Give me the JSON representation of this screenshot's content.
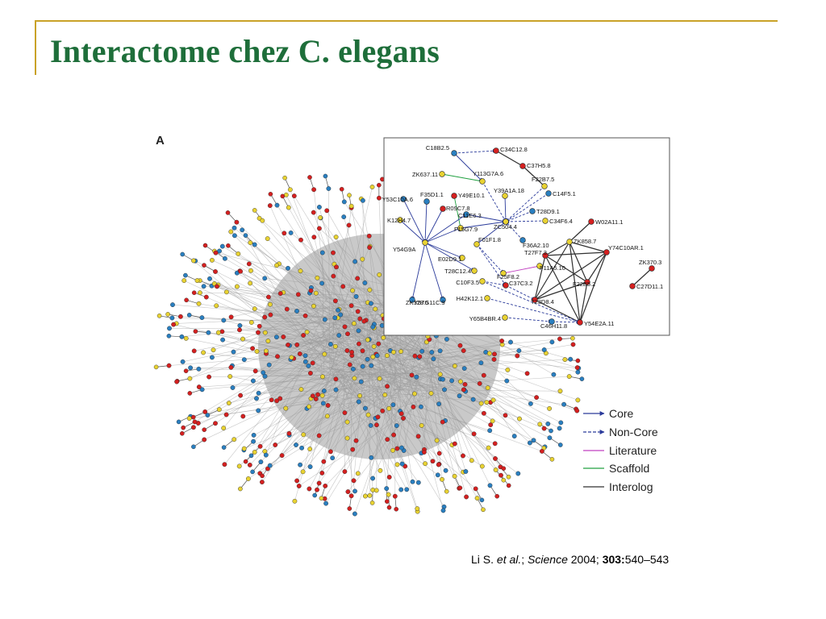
{
  "slide": {
    "title": "Interactome chez C. elegans"
  },
  "figure": {
    "panel_label": "A",
    "node_colors": {
      "red": "#d42020",
      "yellow": "#e8d232",
      "blue": "#2a7fc0"
    },
    "edge_colors": {
      "core": "#2a3a9a",
      "non_core": "#2a3a9a",
      "literature": "#c040c0",
      "scaffold": "#20a040",
      "interolog": "#303030",
      "background": "#9a9a9a"
    },
    "legend": [
      {
        "label": "Core",
        "style": "core"
      },
      {
        "label": "Non-Core",
        "style": "non_core"
      },
      {
        "label": "Literature",
        "style": "literature"
      },
      {
        "label": "Scaffold",
        "style": "scaffold"
      },
      {
        "label": "Interolog",
        "style": "interolog"
      }
    ],
    "inset_nodes": [
      {
        "label": "C18B2.5",
        "color": "blue"
      },
      {
        "label": "C34C12.8",
        "color": "red"
      },
      {
        "label": "C37H5.8",
        "color": "red"
      },
      {
        "label": "ZK637.11",
        "color": "yellow"
      },
      {
        "label": "Y113G7A.6",
        "color": "yellow"
      },
      {
        "label": "F22B7.5",
        "color": "yellow"
      },
      {
        "label": "Y53C10A.6",
        "color": "blue"
      },
      {
        "label": "F35D1.1",
        "color": "blue"
      },
      {
        "label": "Y49E10.1",
        "color": "red"
      },
      {
        "label": "Y39A1A.18",
        "color": "yellow"
      },
      {
        "label": "C14F5.1",
        "color": "blue"
      },
      {
        "label": "R09C7.8",
        "color": "red"
      },
      {
        "label": "K12H4.7",
        "color": "yellow"
      },
      {
        "label": "C11E6.3",
        "color": "blue"
      },
      {
        "label": "T28D9.1",
        "color": "blue"
      },
      {
        "label": "ZC504.4",
        "color": "yellow"
      },
      {
        "label": "C34F6.4",
        "color": "yellow"
      },
      {
        "label": "W02A11.1",
        "color": "red"
      },
      {
        "label": "F15G7.9",
        "color": "yellow"
      },
      {
        "label": "F36A2.10",
        "color": "blue"
      },
      {
        "label": "ZK858.7",
        "color": "yellow"
      },
      {
        "label": "Y54G9A",
        "color": "yellow"
      },
      {
        "label": "F01F1.8",
        "color": "yellow"
      },
      {
        "label": "Y74C10AR.1",
        "color": "red"
      },
      {
        "label": "E02D9.1",
        "color": "yellow"
      },
      {
        "label": "T27F7.3",
        "color": "red"
      },
      {
        "label": "F11A5.10",
        "color": "yellow"
      },
      {
        "label": "ZK370.3",
        "color": "red"
      },
      {
        "label": "T28C12.4",
        "color": "yellow"
      },
      {
        "label": "F25F8.2",
        "color": "yellow"
      },
      {
        "label": "C10F3.5",
        "color": "yellow"
      },
      {
        "label": "C37C3.2",
        "color": "red"
      },
      {
        "label": "F22B5.2",
        "color": "red"
      },
      {
        "label": "C27D11.1",
        "color": "red"
      },
      {
        "label": "ZK328.5",
        "color": "blue"
      },
      {
        "label": "Y57G11C.9",
        "color": "blue"
      },
      {
        "label": "H42K12.1",
        "color": "yellow"
      },
      {
        "label": "T23D8.4",
        "color": "red"
      },
      {
        "label": "Y65B4BR.4",
        "color": "yellow"
      },
      {
        "label": "C46H11.8",
        "color": "blue"
      },
      {
        "label": "Y54E2A.11",
        "color": "red"
      }
    ],
    "inset_edges": [
      [
        "C18B2.5",
        "C34C12.8",
        "non_core"
      ],
      [
        "C34C12.8",
        "C37H5.8",
        "interolog"
      ],
      [
        "C37H5.8",
        "F22B7.5",
        "interolog"
      ],
      [
        "F22B7.5",
        "ZC504.4",
        "non_core"
      ],
      [
        "C18B2.5",
        "Y113G7A.6",
        "core"
      ],
      [
        "ZK637.11",
        "Y113G7A.6",
        "scaffold"
      ],
      [
        "Y113G7A.6",
        "ZC504.4",
        "non_core"
      ],
      [
        "Y39A1A.18",
        "ZC504.4",
        "core"
      ],
      [
        "C14F5.1",
        "ZC504.4",
        "non_core"
      ],
      [
        "T28D9.1",
        "ZC504.4",
        "non_core"
      ],
      [
        "C34F6.4",
        "ZC504.4",
        "non_core"
      ],
      [
        "C11E6.3",
        "ZC504.4",
        "core"
      ],
      [
        "F15G7.9",
        "ZC504.4",
        "core"
      ],
      [
        "F36A2.10",
        "ZC504.4",
        "non_core"
      ],
      [
        "F01F1.8",
        "ZC504.4",
        "core"
      ],
      [
        "Y49E10.1",
        "F15G7.9",
        "scaffold"
      ],
      [
        "F35D1.1",
        "Y54G9A",
        "core"
      ],
      [
        "R09C7.8",
        "Y54G9A",
        "core"
      ],
      [
        "K12H4.7",
        "Y54G9A",
        "core"
      ],
      [
        "Y53C10A.6",
        "Y54G9A",
        "core"
      ],
      [
        "Y54G9A",
        "E02D9.1",
        "core"
      ],
      [
        "Y54G9A",
        "T28C12.4",
        "core"
      ],
      [
        "Y54G9A",
        "ZK328.5",
        "core"
      ],
      [
        "Y54G9A",
        "Y57G11C.9",
        "core"
      ],
      [
        "Y54G9A",
        "C11E6.3",
        "core"
      ],
      [
        "Y54G9A",
        "F15G7.9",
        "core"
      ],
      [
        "F01F1.8",
        "C37C3.2",
        "non_core"
      ],
      [
        "C10F3.5",
        "C37C3.2",
        "non_core"
      ],
      [
        "F11A5.10",
        "F25F8.2",
        "literature"
      ],
      [
        "F01F1.8",
        "F25F8.2",
        "non_core"
      ],
      [
        "C37C3.2",
        "T23D8.4",
        "non_core"
      ],
      [
        "H42K12.1",
        "Y54E2A.11",
        "non_core"
      ],
      [
        "Y65B4BR.4",
        "C46H11.8",
        "non_core"
      ],
      [
        "C46H11.8",
        "Y54E2A.11",
        "non_core"
      ],
      [
        "W02A11.1",
        "ZK858.7",
        "interolog"
      ],
      [
        "ZK858.7",
        "Y74C10AR.1",
        "interolog"
      ],
      [
        "ZK858.7",
        "T27F7.3",
        "interolog"
      ],
      [
        "ZK858.7",
        "F22B5.2",
        "interolog"
      ],
      [
        "ZK858.7",
        "T23D8.4",
        "interolog"
      ],
      [
        "ZK858.7",
        "Y54E2A.11",
        "interolog"
      ],
      [
        "Y74C10AR.1",
        "T27F7.3",
        "interolog"
      ],
      [
        "Y74C10AR.1",
        "F22B5.2",
        "interolog"
      ],
      [
        "Y74C10AR.1",
        "T23D8.4",
        "interolog"
      ],
      [
        "Y74C10AR.1",
        "Y54E2A.11",
        "interolog"
      ],
      [
        "T27F7.3",
        "F22B5.2",
        "interolog"
      ],
      [
        "T27F7.3",
        "T23D8.4",
        "interolog"
      ],
      [
        "T27F7.3",
        "Y54E2A.11",
        "interolog"
      ],
      [
        "F22B5.2",
        "T23D8.4",
        "interolog"
      ],
      [
        "F22B5.2",
        "Y54E2A.11",
        "interolog"
      ],
      [
        "T23D8.4",
        "Y54E2A.11",
        "interolog"
      ],
      [
        "ZK370.3",
        "C27D11.1",
        "interolog"
      ],
      [
        "C10F3.5",
        "Y54E2A.11",
        "non_core"
      ]
    ]
  },
  "citation": {
    "author": "Li S. ",
    "etal": "et al.",
    "sep1": "; ",
    "journal": "Science",
    "year": " 2004; ",
    "volume": "303:",
    "pages": "540–543"
  }
}
